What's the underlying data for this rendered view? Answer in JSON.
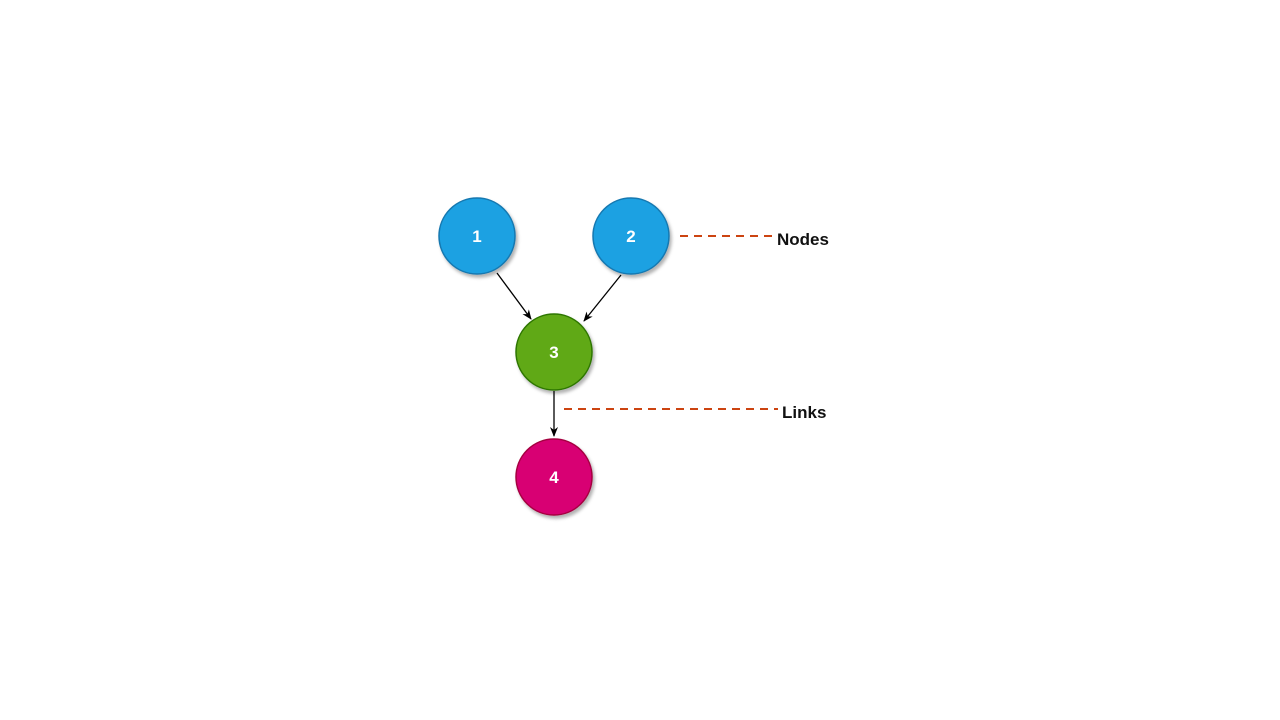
{
  "nodes": [
    {
      "id": "1",
      "label": "1",
      "color": "#1ba1e2",
      "stroke": "#1478b0"
    },
    {
      "id": "2",
      "label": "2",
      "color": "#1ba1e2",
      "stroke": "#1478b0"
    },
    {
      "id": "3",
      "label": "3",
      "color": "#60a917",
      "stroke": "#2d7600"
    },
    {
      "id": "4",
      "label": "4",
      "color": "#d80073",
      "stroke": "#a50040"
    }
  ],
  "links": [
    {
      "from": "1",
      "to": "3"
    },
    {
      "from": "2",
      "to": "3"
    },
    {
      "from": "3",
      "to": "4"
    }
  ],
  "annotations": {
    "nodes_label": "Nodes",
    "links_label": "Links",
    "leader_color": "#cc4411"
  }
}
